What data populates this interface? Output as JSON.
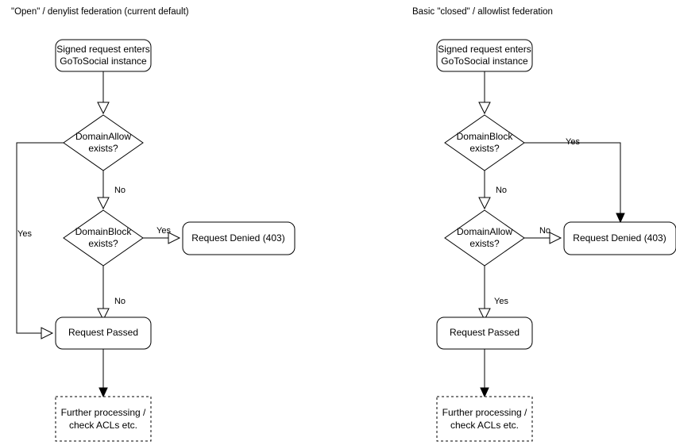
{
  "diagrams": [
    {
      "id": "open-denylist",
      "title": "\"Open\" / denylist federation (current default)",
      "nodes": {
        "entry_line1": "Signed request enters",
        "entry_line2": "GoToSocial instance",
        "decision1_line1": "DomainAllow",
        "decision1_line2": "exists?",
        "decision2_line1": "DomainBlock",
        "decision2_line2": "exists?",
        "denied": "Request Denied (403)",
        "passed": "Request Passed",
        "further_line1": "Further processing /",
        "further_line2": "check ACLs etc."
      },
      "edge_labels": {
        "allow_yes": "Yes",
        "allow_no": "No",
        "block_yes": "Yes",
        "block_no": "No"
      }
    },
    {
      "id": "closed-allowlist",
      "title": "Basic \"closed\" / allowlist federation",
      "nodes": {
        "entry_line1": "Signed request enters",
        "entry_line2": "GoToSocial instance",
        "decision1_line1": "DomainBlock",
        "decision1_line2": "exists?",
        "decision2_line1": "DomainAllow",
        "decision2_line2": "exists?",
        "denied": "Request Denied (403)",
        "passed": "Request Passed",
        "further_line1": "Further processing /",
        "further_line2": "check ACLs etc."
      },
      "edge_labels": {
        "block_yes": "Yes",
        "block_no": "No",
        "allow_no": "No",
        "allow_yes": "Yes"
      }
    }
  ],
  "style": {
    "stroke_color": "#000000",
    "fill_color": "#ffffff",
    "text_color": "#000000",
    "background": "#ffffff"
  }
}
